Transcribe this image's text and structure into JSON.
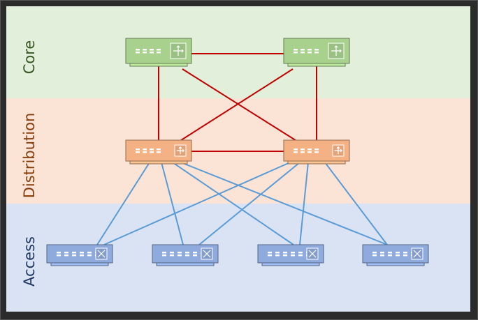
{
  "layers": {
    "core": {
      "label": "Core"
    },
    "distribution": {
      "label": "Distribution"
    },
    "access": {
      "label": "Access"
    }
  },
  "colors": {
    "core_band": "#e2efda",
    "distribution_band": "#fbe4d5",
    "access_band": "#dae3f3",
    "core_device": "#a9d18e",
    "distribution_device": "#f4b183",
    "access_device": "#8faadc",
    "upper_links": "#c00000",
    "access_links": "#5b9bd5"
  },
  "devices": {
    "core": [
      {
        "id": "core-1",
        "icon": "router-icon"
      },
      {
        "id": "core-2",
        "icon": "router-icon"
      }
    ],
    "distribution": [
      {
        "id": "dist-1",
        "icon": "router-icon"
      },
      {
        "id": "dist-2",
        "icon": "router-icon"
      }
    ],
    "access": [
      {
        "id": "access-1",
        "icon": "switch-icon"
      },
      {
        "id": "access-2",
        "icon": "switch-icon"
      },
      {
        "id": "access-3",
        "icon": "switch-icon"
      },
      {
        "id": "access-4",
        "icon": "switch-icon"
      }
    ]
  }
}
